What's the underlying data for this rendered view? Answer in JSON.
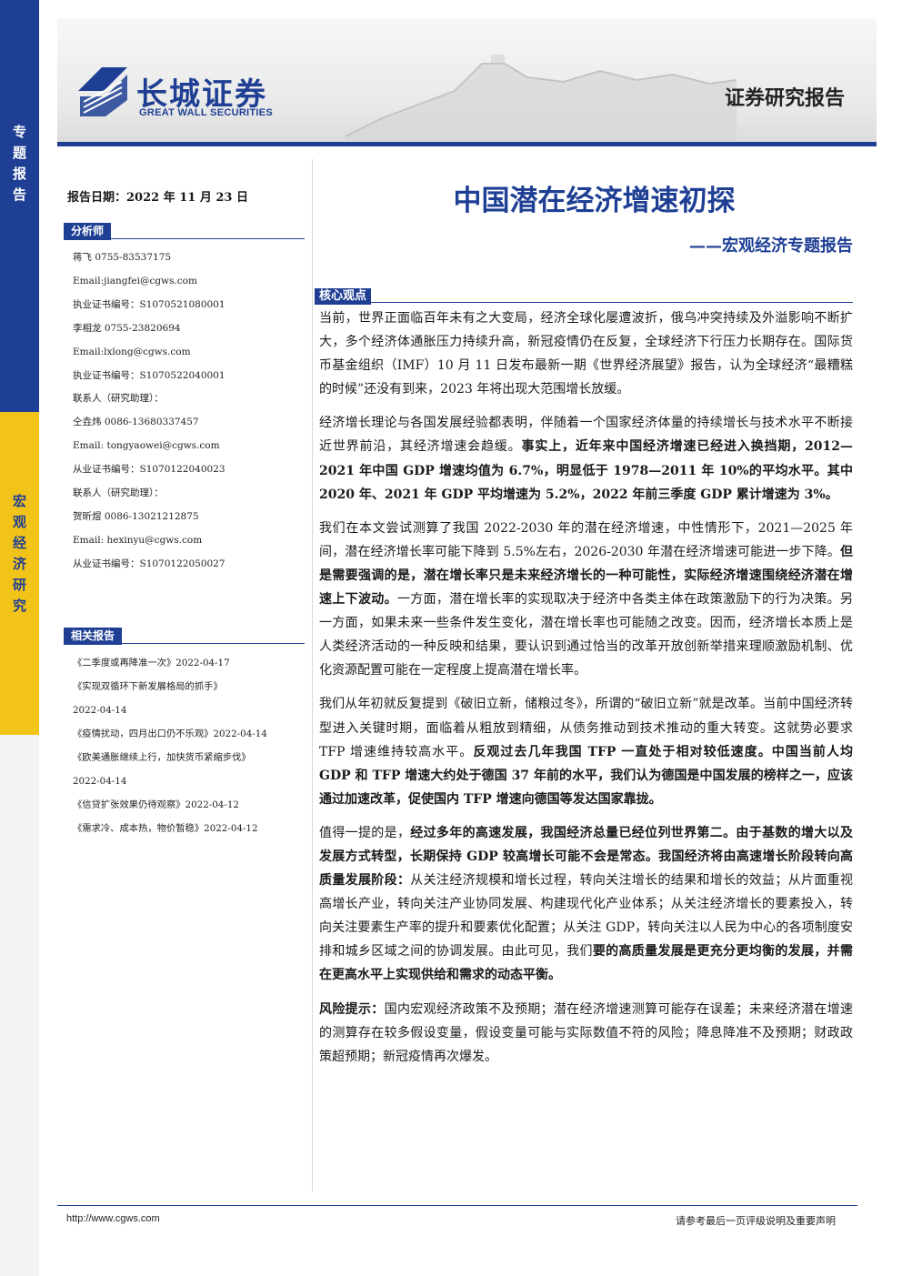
{
  "sidebar": {
    "top_label": [
      "专",
      "题",
      "报",
      "告"
    ],
    "mid_label": [
      "宏",
      "观",
      "经",
      "济",
      "研",
      "究"
    ]
  },
  "header": {
    "logo_cn": "长城证券",
    "logo_en": "GREAT WALL SECURITIES",
    "report_type": "证券研究报告"
  },
  "report_date": "报告日期：2022 年 11 月 23 日",
  "title": "中国潜在经济增速初探",
  "subtitle": "——宏观经济专题报告",
  "analyst_section": {
    "heading": "分析师",
    "lines": [
      "蒋飞  0755-83537175",
      "Email:jiangfei@cgws.com",
      "执业证书编号：S1070521080001",
      "李相龙  0755-23820694",
      "Email:lxlong@cgws.com",
      "执业证书编号：S1070522040001",
      "联系人（研究助理）：",
      "仝垚炜  0086-13680337457",
      "Email: tongyaowei@cgws.com",
      "从业证书编号：S1070122040023",
      "联系人（研究助理）：",
      "贺昕煜  0086-13021212875",
      "Email: hexinyu@cgws.com",
      "从业证书编号：S1070122050027"
    ]
  },
  "related_section": {
    "heading": "相关报告",
    "lines": [
      "《二季度或再降准一次》2022-04-17",
      "《实现双循环下新发展格局的抓手》",
      "2022-04-14",
      "《疫情扰动，四月出口仍不乐观》2022-04-14",
      "《欧美通胀继续上行，加快货币紧缩步伐》",
      "2022-04-14",
      "《信贷扩张效果仍待观察》2022-04-12",
      "《需求冷、成本热，物价暂稳》2022-04-12"
    ]
  },
  "core_heading": "核心观点",
  "paragraphs": {
    "p1": "当前，世界正面临百年未有之大变局，经济全球化屡遭波折，俄乌冲突持续及外溢影响不断扩大，多个经济体通胀压力持续升高，新冠疫情仍在反复，全球经济下行压力长期存在。国际货币基金组织（IMF）10 月 11 日发布最新一期《世界经济展望》报告，认为全球经济“最糟糕的时候”还没有到来，2023 年将出现大范围增长放缓。",
    "p2a": "经济增长理论与各国发展经验都表明，伴随着一个国家经济体量的持续增长与技术水平不断接近世界前沿，其经济增速会趋缓。",
    "p2b": "事实上，近年来中国经济增速已经进入换挡期，2012—2021 年中国 GDP 增速均值为 6.7%，明显低于 1978—2011 年 10%的平均水平。其中 2020 年、2021 年 GDP 平均增速为 5.2%，2022 年前三季度 GDP 累计增速为 3%。",
    "p3a": "我们在本文尝试测算了我国 2022-2030 年的潜在经济增速，中性情形下，2021—2025 年间，潜在经济增长率可能下降到 5.5%左右，2026-2030 年潜在经济增速可能进一步下降。",
    "p3b": "但是需要强调的是，潜在增长率只是未来经济增长的一种可能性，实际经济增速围绕经济潜在增速上下波动。",
    "p3c": "一方面，潜在增长率的实现取决于经济中各类主体在政策激励下的行为决策。另一方面，如果未来一些条件发生变化，潜在增长率也可能随之改变。因而，经济增长本质上是人类经济活动的一种反映和结果，要认识到通过恰当的改革开放创新举措来理顺激励机制、优化资源配置可能在一定程度上提高潜在增长率。",
    "p4a": "我们从年初就反复提到《破旧立新，储粮过冬》，所谓的“破旧立新”就是改革。当前中国经济转型进入关键时期，面临着从粗放到精细，从债务推动到技术推动的重大转变。这就势必要求 TFP 增速维持较高水平。",
    "p4b": "反观过去几年我国 TFP 一直处于相对较低速度。中国当前人均 GDP 和 TFP 增速大约处于德国 37 年前的水平，我们认为德国是中国发展的榜样之一，应该通过加速改革，促使国内 TFP 增速向德国等发达国家靠拢。",
    "p5a": "值得一提的是，",
    "p5b": "经过多年的高速发展，我国经济总量已经位列世界第二。由于基数的增大以及发展方式转型，长期保持 GDP 较高增长可能不会是常态。我国经济将由高速增长阶段转向高质量发展阶段：",
    "p5c": "从关注经济规模和增长过程，转向关注增长的结果和增长的效益；从片面重视高增长产业，转向关注产业协同发展、构建现代化产业体系；从关注经济增长的要素投入，转向关注要素生产率的提升和要素优化配置；从关注 GDP，转向关注以人民为中心的各项制度安排和城乡区域之间的协调发展。由此可见，我们",
    "p5d": "要的高质量发展是更充分更均衡的发展，并需在更高水平上实现供给和需求的动态平衡。",
    "p6a": "风险提示：",
    "p6b": "国内宏观经济政策不及预期；潜在经济增速测算可能存在误差；未来经济潜在增速的测算存在较多假设变量，假设变量可能与实际数值不符的风险；降息降准不及预期；财政政策超预期；新冠疫情再次爆发。"
  },
  "footer": {
    "url": "http://www.cgws.com",
    "note": "请参考最后一页评级说明及重要声明"
  }
}
